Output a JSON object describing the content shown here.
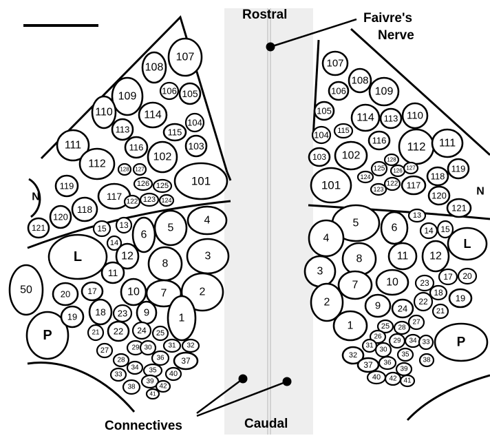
{
  "labels": {
    "rostral": "Rostral",
    "caudal": "Caudal",
    "faivre_line1": "Faivre's",
    "faivre_line2": "Nerve",
    "connectives": "Connectives"
  },
  "left_ganglion": {
    "regions": [
      "N",
      "L",
      "P",
      "50"
    ],
    "neurons": [
      "107",
      "108",
      "106",
      "105",
      "109",
      "110",
      "114",
      "104",
      "113",
      "115",
      "103",
      "111",
      "116",
      "102",
      "112",
      "128",
      "127",
      "119",
      "126",
      "125",
      "101",
      "117",
      "124",
      "122",
      "123",
      "121",
      "120",
      "118",
      "15",
      "13",
      "4",
      "5",
      "6",
      "14",
      "L",
      "12",
      "3",
      "8",
      "11",
      "2",
      "10",
      "7",
      "17",
      "20",
      "9",
      "18",
      "23",
      "19",
      "22",
      "1",
      "24",
      "25",
      "21",
      "27",
      "29",
      "30",
      "31",
      "32",
      "28",
      "36",
      "37",
      "34",
      "35",
      "40",
      "33",
      "39",
      "42",
      "38",
      "41"
    ]
  },
  "right_ganglion": {
    "regions": [
      "N",
      "L",
      "P"
    ],
    "neurons": [
      "107",
      "108",
      "106",
      "109",
      "105",
      "114",
      "113",
      "110",
      "104",
      "115",
      "116",
      "112",
      "111",
      "103",
      "102",
      "128",
      "125",
      "126",
      "127",
      "118",
      "119",
      "124",
      "122",
      "117",
      "101",
      "123",
      "120",
      "121",
      "5",
      "6",
      "13",
      "14",
      "15",
      "4",
      "L",
      "8",
      "11",
      "12",
      "3",
      "17",
      "20",
      "7",
      "10",
      "23",
      "18",
      "19",
      "2",
      "9",
      "24",
      "22",
      "21",
      "25",
      "28",
      "27",
      "1",
      "26",
      "29",
      "34",
      "33",
      "P",
      "31",
      "30",
      "32",
      "35",
      "38",
      "36",
      "39",
      "37",
      "40",
      "42",
      "41"
    ]
  },
  "colors": {
    "stroke": "#000000",
    "connective_band": "#eeeeee",
    "connective_line": "#c8c8c8"
  }
}
